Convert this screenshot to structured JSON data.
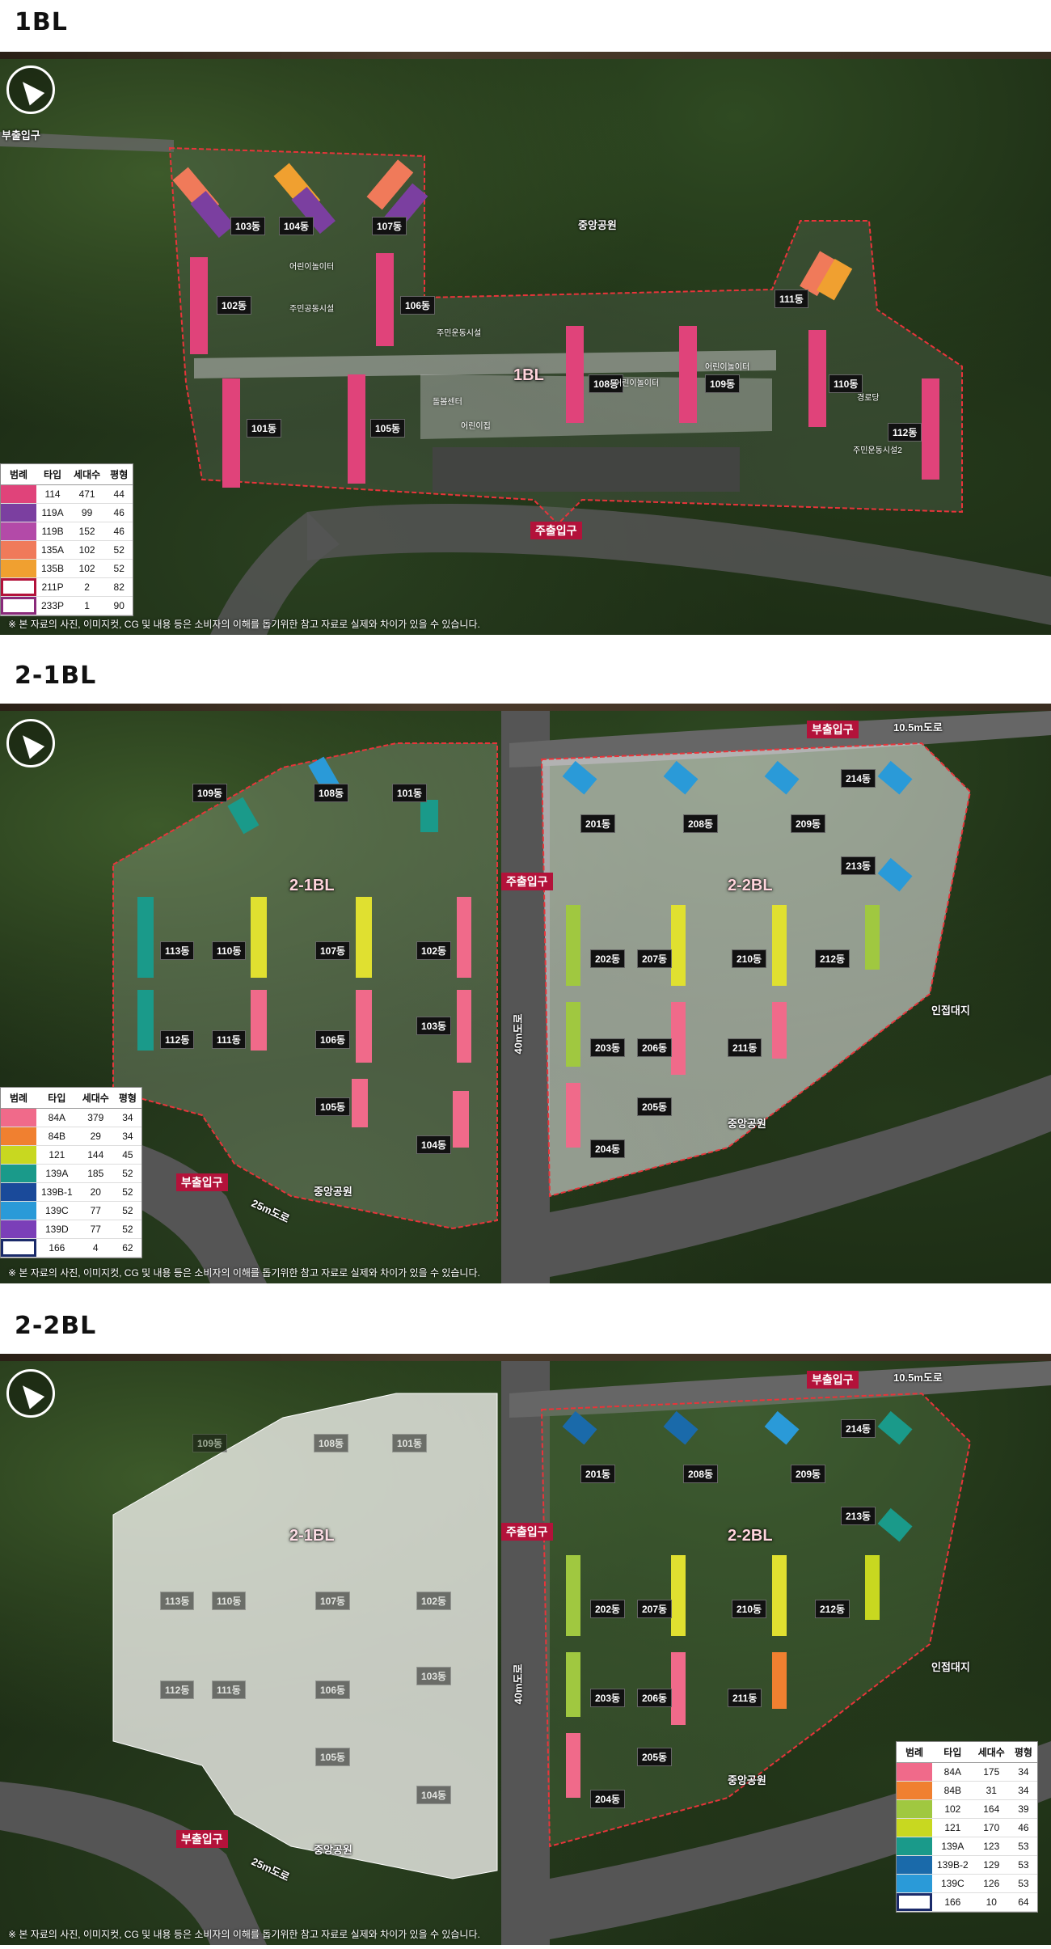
{
  "sections": [
    {
      "title": "1BL",
      "compass": "north-arrow-icon",
      "labels": {
        "side_entrance": "부출입구",
        "main_entrance": "주출입구",
        "park": "중앙공원",
        "block": "1BL"
      },
      "buildings": [
        "103동",
        "104동",
        "107동",
        "102동",
        "106동",
        "101동",
        "105동",
        "108동",
        "109동",
        "110동",
        "111동",
        "112동"
      ],
      "facilities": [
        "어린이놀이터",
        "어린이놀이터",
        "어린이놀이터",
        "주민운동시설",
        "돌봄센터",
        "어린이집",
        "주민운동시설2",
        "경로당",
        "주민공동시설"
      ],
      "legend": {
        "headers": [
          "범례",
          "타입",
          "세대수",
          "평형"
        ],
        "rows": [
          {
            "color": "#e0437a",
            "type": "114",
            "units": "471",
            "pyeong": "44",
            "style": "fill"
          },
          {
            "color": "#7b3fa0",
            "type": "119A",
            "units": "99",
            "pyeong": "46",
            "style": "fill"
          },
          {
            "color": "#b34aa8",
            "type": "119B",
            "units": "152",
            "pyeong": "46",
            "style": "fill"
          },
          {
            "color": "#f07a5a",
            "type": "135A",
            "units": "102",
            "pyeong": "52",
            "style": "fill"
          },
          {
            "color": "#f0a030",
            "type": "135B",
            "units": "102",
            "pyeong": "52",
            "style": "fill"
          },
          {
            "color": "#b3123a",
            "type": "211P",
            "units": "2",
            "pyeong": "82",
            "style": "outline"
          },
          {
            "color": "#8a2a7a",
            "type": "233P",
            "units": "1",
            "pyeong": "90",
            "style": "outline"
          }
        ]
      },
      "disclaimer": "※ 본 자료의 사진, 이미지컷, CG 및 내용 등은 소비자의 이해를 돕기위한 참고 자료로 실제와 차이가 있을 수 있습니다."
    },
    {
      "title": "2-1BL",
      "compass": "north-arrow-icon",
      "labels": {
        "side_entrance_top": "부출입구",
        "road_top": "10.5m도로",
        "main_entrance": "주출입구",
        "side_entrance_bottom": "부출입구",
        "road_bottom": "25m도로",
        "park_bottom": "중앙공원",
        "park_right": "중앙공원",
        "adjacent": "인접대지",
        "block_left": "2-1BL",
        "block_right": "2-2BL",
        "road_mid": "40m도로"
      },
      "buildings_left": [
        "109동",
        "108동",
        "101동",
        "113동",
        "110동",
        "107동",
        "102동",
        "112동",
        "111동",
        "106동",
        "103동",
        "105동",
        "104동"
      ],
      "buildings_right": [
        "201동",
        "208동",
        "209동",
        "214동",
        "213동",
        "202동",
        "207동",
        "210동",
        "212동",
        "203동",
        "206동",
        "211동",
        "205동",
        "204동"
      ],
      "legend": {
        "headers": [
          "범례",
          "타입",
          "세대수",
          "평형"
        ],
        "rows": [
          {
            "color": "#f06a8a",
            "type": "84A",
            "units": "379",
            "pyeong": "34",
            "style": "fill"
          },
          {
            "color": "#f08030",
            "type": "84B",
            "units": "29",
            "pyeong": "34",
            "style": "fill"
          },
          {
            "color": "#c8d820",
            "type": "121",
            "units": "144",
            "pyeong": "45",
            "style": "fill"
          },
          {
            "color": "#1a9a8a",
            "type": "139A",
            "units": "185",
            "pyeong": "52",
            "style": "fill"
          },
          {
            "color": "#1a4a9a",
            "type": "139B-1",
            "units": "20",
            "pyeong": "52",
            "style": "fill"
          },
          {
            "color": "#2a9ad8",
            "type": "139C",
            "units": "77",
            "pyeong": "52",
            "style": "fill"
          },
          {
            "color": "#7b3fb8",
            "type": "139D",
            "units": "77",
            "pyeong": "52",
            "style": "fill"
          },
          {
            "color": "#1a2a6a",
            "type": "166",
            "units": "4",
            "pyeong": "62",
            "style": "outline"
          }
        ]
      },
      "disclaimer": "※ 본 자료의 사진, 이미지컷, CG 및 내용 등은 소비자의 이해를 돕기위한 참고 자료로 실제와 차이가 있을 수 있습니다."
    },
    {
      "title": "2-2BL",
      "compass": "north-arrow-icon",
      "labels": {
        "side_entrance_top": "부출입구",
        "road_top": "10.5m도로",
        "main_entrance": "주출입구",
        "side_entrance_bottom": "부출입구",
        "road_bottom": "25m도로",
        "park_bottom": "중앙공원",
        "park_right": "중앙공원",
        "adjacent": "인접대지",
        "block_left": "2-1BL",
        "block_right": "2-2BL",
        "road_mid": "40m도로"
      },
      "legend": {
        "headers": [
          "범례",
          "타입",
          "세대수",
          "평형"
        ],
        "rows": [
          {
            "color": "#f06a8a",
            "type": "84A",
            "units": "175",
            "pyeong": "34",
            "style": "fill"
          },
          {
            "color": "#f08030",
            "type": "84B",
            "units": "31",
            "pyeong": "34",
            "style": "fill"
          },
          {
            "color": "#a0c840",
            "type": "102",
            "units": "164",
            "pyeong": "39",
            "style": "fill"
          },
          {
            "color": "#c8d820",
            "type": "121",
            "units": "170",
            "pyeong": "46",
            "style": "fill"
          },
          {
            "color": "#1a9a8a",
            "type": "139A",
            "units": "123",
            "pyeong": "53",
            "style": "fill"
          },
          {
            "color": "#1a6aaa",
            "type": "139B-2",
            "units": "129",
            "pyeong": "53",
            "style": "fill"
          },
          {
            "color": "#2a9ad8",
            "type": "139C",
            "units": "126",
            "pyeong": "53",
            "style": "fill"
          },
          {
            "color": "#1a2a6a",
            "type": "166",
            "units": "10",
            "pyeong": "64",
            "style": "outline"
          }
        ]
      },
      "disclaimer": "※ 본 자료의 사진, 이미지컷, CG 및 내용 등은 소비자의 이해를 돕기위한 참고 자료로 실제와 차이가 있을 수 있습니다."
    }
  ]
}
